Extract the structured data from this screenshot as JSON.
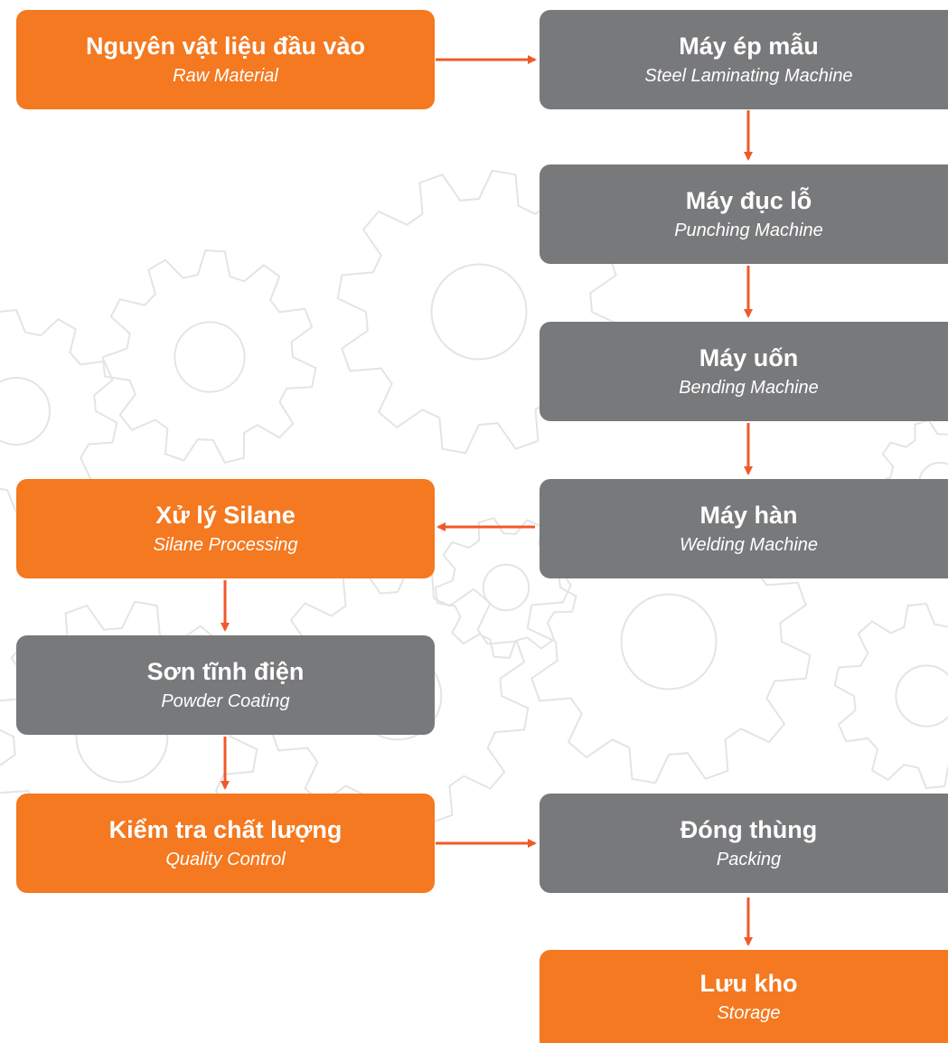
{
  "colors": {
    "accent": "#f47920",
    "neutral": "#78797b",
    "arrow": "#ef5a2b",
    "background_gears": "#e4e4e4"
  },
  "steps": {
    "raw_material": {
      "vi": "Nguyên vật liệu đầu vào",
      "en": "Raw Material",
      "color": "orange"
    },
    "laminating": {
      "vi": "Máy ép mẫu",
      "en": "Steel Laminating Machine",
      "color": "gray"
    },
    "punching": {
      "vi": "Máy đục lỗ",
      "en": "Punching Machine",
      "color": "gray"
    },
    "bending": {
      "vi": "Máy uốn",
      "en": "Bending Machine",
      "color": "gray"
    },
    "welding": {
      "vi": "Máy hàn",
      "en": "Welding Machine",
      "color": "gray"
    },
    "silane": {
      "vi": "Xử lý Silane",
      "en": "Silane Processing",
      "color": "orange"
    },
    "powder": {
      "vi": "Sơn tĩnh điện",
      "en": "Powder Coating",
      "color": "gray"
    },
    "quality": {
      "vi": "Kiểm tra chất lượng",
      "en": "Quality Control",
      "color": "orange"
    },
    "packing": {
      "vi": "Đóng thùng",
      "en": "Packing",
      "color": "gray"
    },
    "storage": {
      "vi": "Lưu kho",
      "en": "Storage",
      "color": "orange"
    }
  },
  "flow": [
    [
      "raw_material",
      "laminating"
    ],
    [
      "laminating",
      "punching"
    ],
    [
      "punching",
      "bending"
    ],
    [
      "bending",
      "welding"
    ],
    [
      "welding",
      "silane"
    ],
    [
      "silane",
      "powder"
    ],
    [
      "powder",
      "quality"
    ],
    [
      "quality",
      "packing"
    ],
    [
      "packing",
      "storage"
    ]
  ]
}
